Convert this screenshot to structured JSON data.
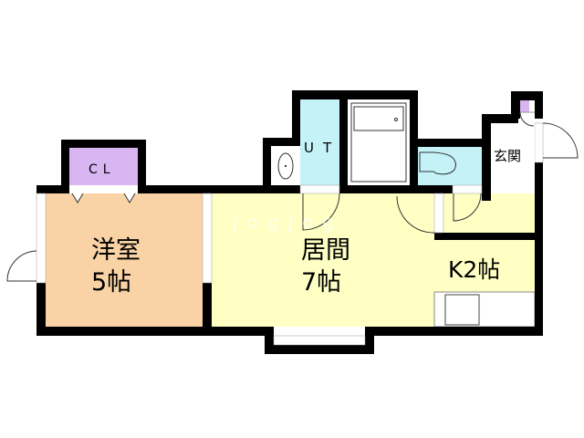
{
  "rooms": {
    "western": {
      "name": "洋室",
      "size": "5帖"
    },
    "living": {
      "name": "居間",
      "size": "7帖"
    },
    "kitchen": {
      "label": "K2帖"
    },
    "closet": {
      "label": "CL"
    },
    "unit_bath": {
      "label": "UT"
    },
    "entrance": {
      "label": "玄関"
    }
  },
  "watermark": "jogjog",
  "colors": {
    "western": "#f9d3a5",
    "living": "#ffffc4",
    "closet": "#d9b5f2",
    "wet_area": "#c4f2f7",
    "wall": "#000000"
  }
}
